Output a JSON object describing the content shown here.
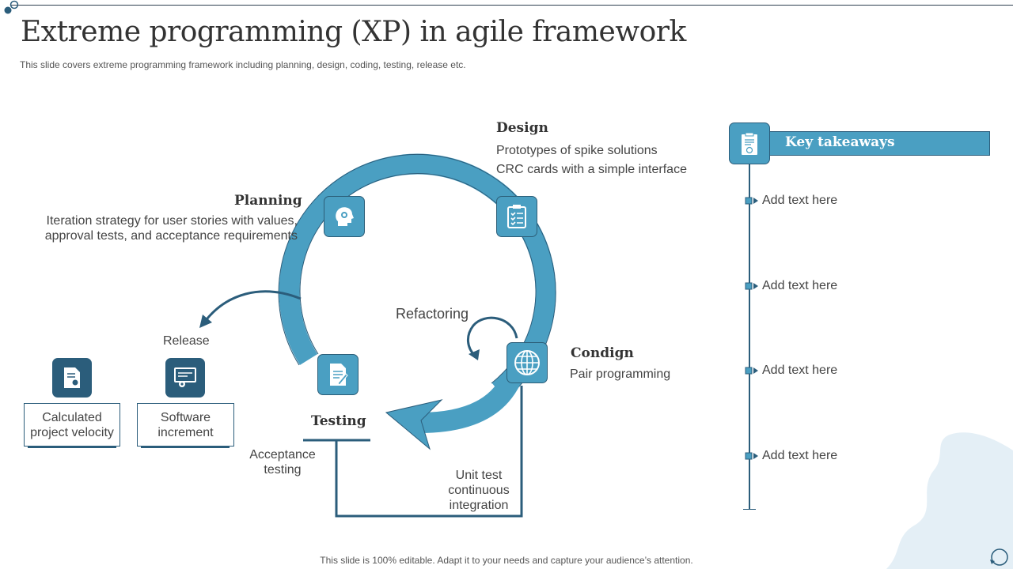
{
  "title": "Extreme programming (XP) in agile framework",
  "subtitle": "This slide covers extreme programming framework including planning, design, coding, testing, release etc.",
  "footer": "This slide is 100% editable. Adapt it to your needs and capture your audience’s attention.",
  "cycle": {
    "center_label": "Refactoring",
    "planning": {
      "heading": "Planning",
      "lines": [
        "Iteration strategy for user stories with values,",
        "approval tests, and acceptance requirements"
      ],
      "icon": "head-gear-icon"
    },
    "design": {
      "heading": "Design",
      "lines": [
        "Prototypes of spike solutions",
        "CRC cards with a simple interface"
      ],
      "icon": "clipboard-checklist-icon"
    },
    "coding": {
      "heading": "Condign",
      "lines": [
        "Pair programming"
      ],
      "icon": "globe-icon"
    },
    "testing": {
      "heading": "Testing",
      "icon": "document-pen-icon",
      "acceptance": [
        "Acceptance",
        "testing"
      ],
      "unit_test": [
        "Unit test",
        "continuous",
        "integration"
      ]
    }
  },
  "release": {
    "label": "Release",
    "outputs": [
      {
        "label": [
          "Calculated",
          "project velocity"
        ],
        "icon": "document-seal-icon"
      },
      {
        "label": [
          "Software",
          "increment"
        ],
        "icon": "monitor-gear-icon"
      }
    ]
  },
  "key_takeaways": {
    "heading": "Key takeaways",
    "icon": "report-icon",
    "items": [
      "Add text here",
      "Add text here",
      "Add text here",
      "Add text here"
    ]
  },
  "colors": {
    "accent": "#4a9fc2",
    "dark": "#2b5d7b",
    "text": "#404040"
  }
}
